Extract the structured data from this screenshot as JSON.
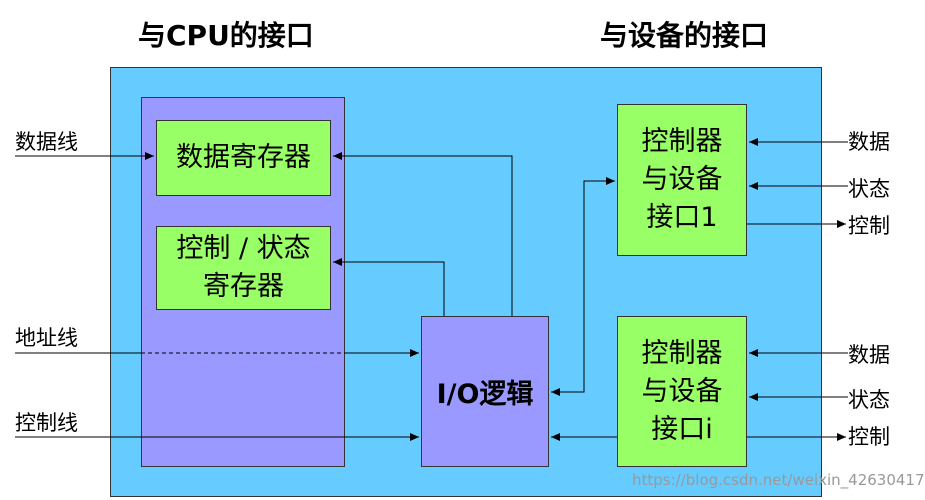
{
  "headings": {
    "cpu_interface": "与CPU的接口",
    "device_interface": "与设备的接口"
  },
  "registers": {
    "data_register": "数据寄存器",
    "control_status_register_line1": "控制 / 状态",
    "control_status_register_line2": "寄存器"
  },
  "io_logic": "I/O逻辑",
  "device_interfaces": [
    {
      "line1": "控制器",
      "line2": "与设备",
      "line3": "接口1"
    },
    {
      "line1": "控制器",
      "line2": "与设备",
      "line3": "接口i"
    }
  ],
  "cpu_side_signals": {
    "data_line": "数据线",
    "address_line": "地址线",
    "control_line": "控制线"
  },
  "device_side_signals": [
    {
      "data": "数据",
      "status": "状态",
      "control": "控制"
    },
    {
      "data": "数据",
      "status": "状态",
      "control": "控制"
    }
  ],
  "watermark": "https://blog.csdn.net/weixin_42630417",
  "colors": {
    "outer_box": "#66ccff",
    "cpu_panel": "#9999ff",
    "io_logic": "#9999ff",
    "registers": "#99ff66",
    "device_interfaces": "#99ff66"
  }
}
